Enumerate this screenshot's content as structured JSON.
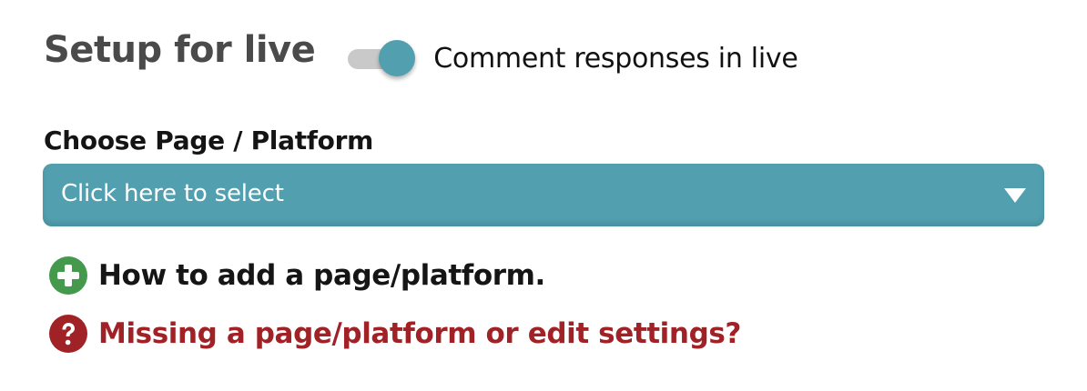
{
  "header": {
    "title": "Setup for live",
    "toggle": {
      "label": "Comment responses in live",
      "state": "on"
    }
  },
  "page_select": {
    "label": "Choose Page / Platform",
    "placeholder": "Click here to select"
  },
  "help_links": {
    "add": {
      "text": "How to add a page/platform.",
      "icon": "plus-circle-icon"
    },
    "missing": {
      "text": "Missing a page/platform or edit settings?",
      "icon": "question-circle-icon"
    }
  },
  "colors": {
    "accent": "#519faf",
    "toggle_track": "#c9c9c9",
    "add_icon": "#45994d",
    "missing_icon": "#a12226",
    "missing_text": "#a12226",
    "title_text": "#4a4a4a"
  }
}
